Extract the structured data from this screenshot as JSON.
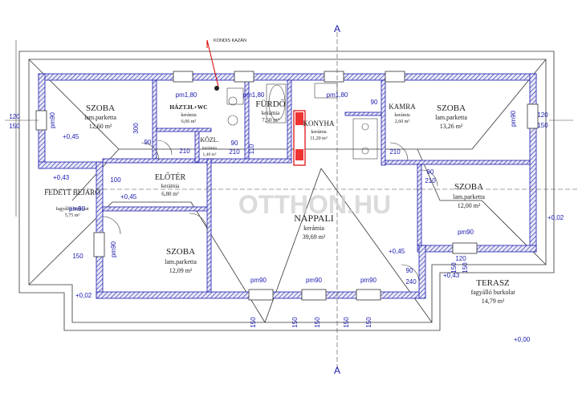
{
  "rooms": [
    {
      "name": "SZOBA",
      "finish": "lam.parketta",
      "area": "12,60 m²"
    },
    {
      "name": "HÁZT.H.+WC",
      "finish": "kerámia",
      "area": "6,06 m²"
    },
    {
      "name": "FÜRDŐ",
      "finish": "kerámia",
      "area": "7,50 m²"
    },
    {
      "name": "KONYHA",
      "finish": "kerámia",
      "area": "11,20 m²"
    },
    {
      "name": "KAMRA",
      "finish": "kerámia",
      "area": "2,60 m²"
    },
    {
      "name": "SZOBA",
      "finish": "lam.parketta",
      "area": "13,26 m²"
    },
    {
      "name": "KÖZL.",
      "finish": "kerámia",
      "area": "1,48 m²"
    },
    {
      "name": "ELŐTÉR",
      "finish": "kerámia",
      "area": "6,80 m²"
    },
    {
      "name": "FEDETT BEJÁRÓ",
      "finish": "fagyálló burkolat",
      "area": "5,75 m²"
    },
    {
      "name": "NAPPALI",
      "finish": "kerámia",
      "area": "39,69 m²"
    },
    {
      "name": "SZOBA",
      "finish": "lam.parketta",
      "area": "12,00 m²"
    },
    {
      "name": "SZOBA",
      "finish": "lam.parketta",
      "area": "12,09 m²"
    },
    {
      "name": "TERASZ",
      "finish": "fagyálló burkolat",
      "area": "14,79 m²"
    }
  ],
  "annotations": {
    "kondis_kazan": "KONDIS KAZÁN",
    "watermark": "OTTHON.HU",
    "section_top": "A",
    "section_bottom": "A",
    "levels": [
      "+0,45",
      "+0,43",
      "+0,45",
      "+0,45",
      "+0,02",
      "+0,02",
      "+0,43",
      "+0,00"
    ]
  },
  "window_labels": [
    "pm90",
    "pm1,80",
    "pm1,80",
    "pm1,80",
    "pm90",
    "pm90",
    "pm90",
    "pm90",
    "pm90",
    "pm90",
    "pm90"
  ],
  "dimension_labels": [
    "120",
    "150",
    "120",
    "150",
    "300",
    "90",
    "210",
    "90",
    "210",
    "90",
    "210",
    "110",
    "100",
    "150",
    "90",
    "210",
    "90",
    "240",
    "150",
    "150",
    "150",
    "150",
    "150",
    "150",
    "120",
    "150"
  ]
}
